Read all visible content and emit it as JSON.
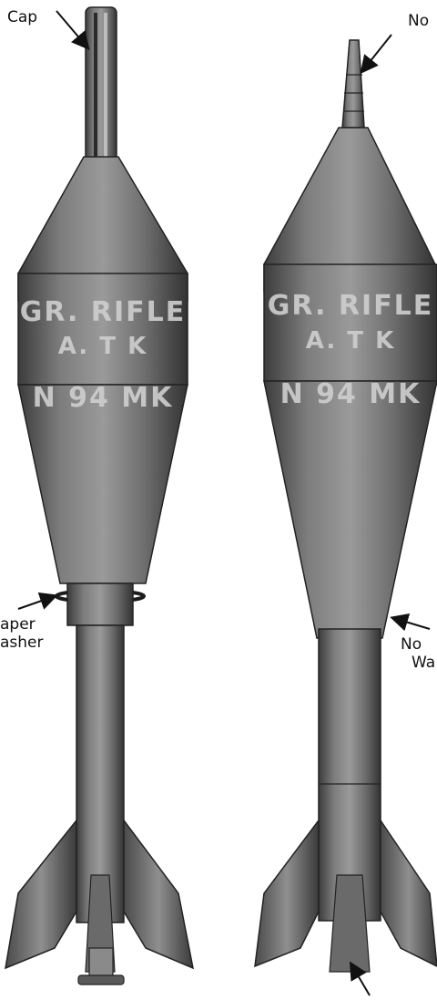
{
  "labels": {
    "cap": "Cap",
    "nose_partial": "No",
    "paper_washer_line1": "aper",
    "paper_washer_line2": "asher",
    "no_washer_line1": "No",
    "no_washer_line2": "Wa"
  },
  "stencils": {
    "left": {
      "line1": "GR. RIFLE",
      "line2": "A. T K",
      "line3": "N 94 MK"
    },
    "right": {
      "line1": "GR. RIFLE",
      "line2": "A. T K",
      "line3": "N 94 MK"
    }
  },
  "colors": {
    "body": "#7b7b7b",
    "body_dark": "#3e3e3e",
    "body_light": "#a9a9a9",
    "ink": "#111111"
  },
  "icons": {
    "left_grenade": "rifle-grenade-with-cap-illustration",
    "right_grenade": "rifle-grenade-with-nose-illustration"
  }
}
